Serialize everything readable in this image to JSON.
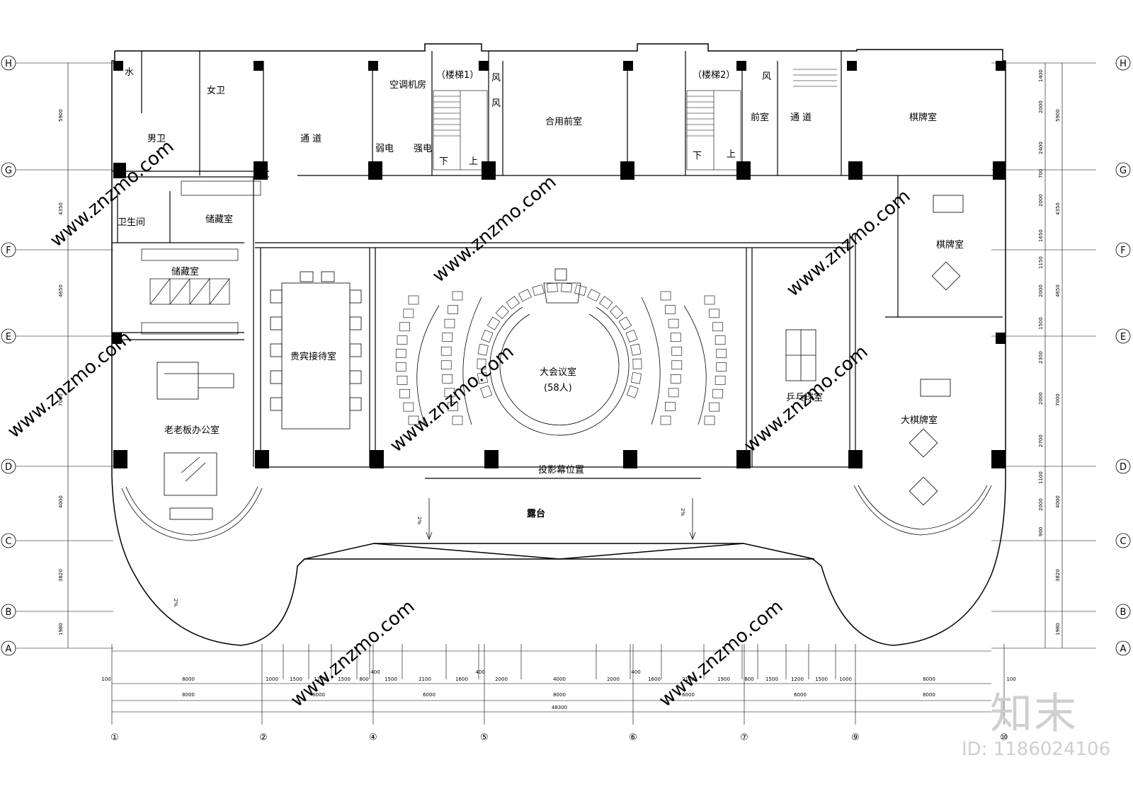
{
  "rooms": {
    "water": "水",
    "womens_wc": "女卫",
    "mens_wc": "男卫",
    "corridor_left": "通  道",
    "hvac_room": "空调机房",
    "stair1": "（楼梯1）",
    "vent1a": "风",
    "vent1b": "风",
    "weak_elec": "弱电",
    "strong_elec": "强电",
    "stair1_down": "下",
    "stair1_up": "上",
    "shared_lobby": "合用前室",
    "stair2": "（楼梯2）",
    "vent2": "风",
    "stair2_down": "下",
    "stair2_up": "上",
    "front_room": "前室",
    "corridor_right": "通  道",
    "chess_room_top": "棋牌室",
    "restroom": "卫生间",
    "storage_upper": "储藏室",
    "storage_lower": "储藏室",
    "boss_office": "老老板办公室",
    "vip_reception": "贵宾接待室",
    "main_meeting": "大会议室",
    "meeting_capacity": "(58人)",
    "projection_screen": "投影幕位置",
    "ping_pong": "乒乓球室",
    "chess_room_mid": "棋牌室",
    "big_chess_room": "大棋牌室",
    "terrace": "露台",
    "slope_a": "2%",
    "slope_b": "2%",
    "slope_c": "2%"
  },
  "row_axes": [
    "H",
    "G",
    "F",
    "E",
    "D",
    "C",
    "B",
    "A"
  ],
  "column_axes": [
    "①",
    "②",
    "④",
    "⑤",
    "⑥",
    "⑦",
    "⑨",
    "⑩"
  ],
  "left_dimensions": [
    "5900",
    "4350",
    "4650",
    "7000",
    "4000",
    "3820",
    "1980"
  ],
  "right_dimensions_outer": [
    "5900",
    "4350",
    "4650",
    "7000",
    "4000",
    "3820",
    "1980"
  ],
  "right_dimensions_inner": [
    "1400",
    "2000",
    "2400",
    "700",
    "2000",
    "1650",
    "1150",
    "2000",
    "1500",
    "2300",
    "2000",
    "2700",
    "1100",
    "2000",
    "900"
  ],
  "bottom_dimensions_row1": [
    "100",
    "8000",
    "1000",
    "1500",
    "1200",
    "1500",
    "800",
    "400",
    "1500",
    "2100",
    "1600",
    "400",
    "2000",
    "4000",
    "2000",
    "400",
    "1600",
    "2100",
    "1900",
    "800",
    "1500",
    "1200",
    "1500",
    "1000",
    "8000",
    "100"
  ],
  "bottom_dimensions_row2": [
    "8000",
    "6000",
    "6000",
    "8000",
    "6000",
    "6000",
    "8000"
  ],
  "bottom_total": "48300",
  "watermark": {
    "text": "www.znzmo.com",
    "logo": "知末",
    "id_label": "ID: 1186024106"
  }
}
